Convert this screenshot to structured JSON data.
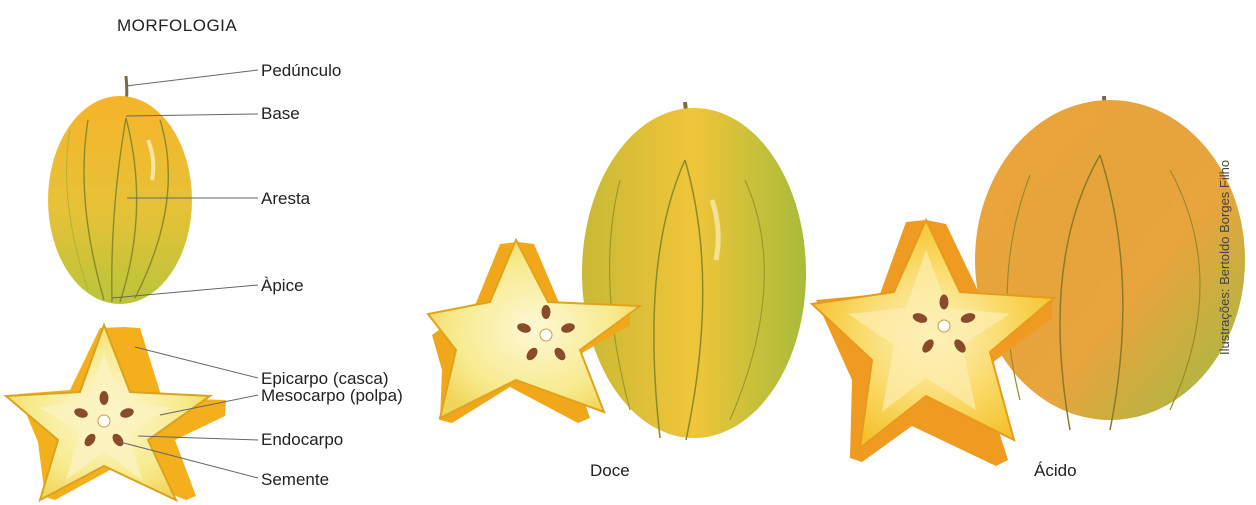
{
  "title": "MORFOLOGIA",
  "labels": {
    "peduncle": "Pedúnculo",
    "base": "Base",
    "ridge": "Aresta",
    "apex": "Àpice",
    "epicarp": "Epicarpo (casca)",
    "mesocarp": "Mesocarpo (polpa)",
    "endocarp": "Endocarpo",
    "seed": "Semente"
  },
  "varieties": {
    "sweet": "Doce",
    "sour": "Ácido"
  },
  "credit": "Ilustrações: Bertoldo Borges Filho"
}
